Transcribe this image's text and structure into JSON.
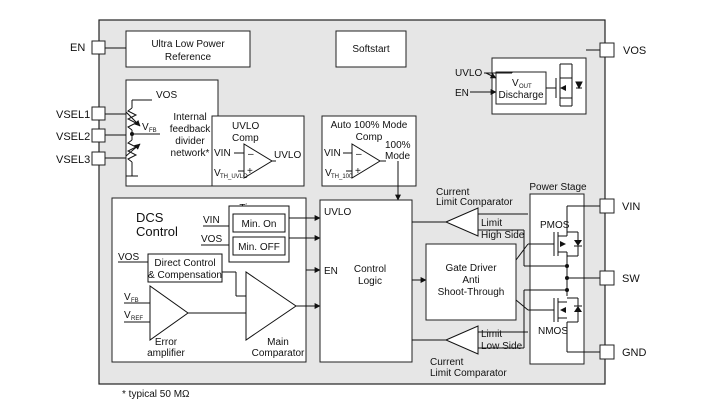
{
  "pins": {
    "en": "EN",
    "vsel1": "VSEL1",
    "vsel2": "VSEL2",
    "vsel3": "VSEL3",
    "vos": "VOS",
    "vin": "VIN",
    "sw": "SW",
    "gnd": "GND"
  },
  "blocks": {
    "ulp_ref": [
      "Ultra Low Power",
      "Reference"
    ],
    "softstart": "Softstart",
    "vout_discharge": {
      "uvlo": "UVLO",
      "en": "EN",
      "v": "V",
      "sub": "OUT",
      "word": "Discharge"
    },
    "feedback": {
      "vos": "VOS",
      "vfb": "V",
      "vfb_sub": "FB",
      "text": [
        "Internal",
        "feedback",
        "divider",
        "network*"
      ]
    },
    "uvlo_comp": {
      "title": [
        "UVLO",
        "Comp"
      ],
      "vin": "VIN",
      "vth": "V",
      "vth_sub": "TH_UVLO",
      "out": "UVLO",
      "minus": "–",
      "plus": "+"
    },
    "auto100": {
      "title": [
        "Auto 100% Mode",
        "Comp"
      ],
      "vin": "VIN",
      "vth": "V",
      "vth_sub": "TH_100",
      "out": [
        "100%",
        "Mode"
      ],
      "minus": "–",
      "plus": "+"
    },
    "dcs": {
      "title": [
        "DCS",
        "Control"
      ],
      "timer": "Timer",
      "vin": "VIN",
      "vos_timer": "VOS",
      "min_on": "Min. On",
      "min_off": "Min. OFF",
      "vos": "VOS",
      "dcc": [
        "Direct Control",
        "& Compensation"
      ],
      "vfb": "V",
      "vfb_sub": "FB",
      "vref": "V",
      "vref_sub": "REF",
      "error_amp": [
        "Error",
        "amplifier"
      ],
      "main_comp": [
        "Main",
        "Comparator"
      ]
    },
    "control_logic": {
      "uvlo": "UVLO",
      "en": "EN",
      "text": [
        "Control",
        "Logic"
      ]
    },
    "gate_driver": [
      "Gate Driver",
      "Anti",
      "Shoot-Through"
    ],
    "cl_high": {
      "title": [
        "Current",
        "Limit Comparator"
      ],
      "limit": [
        "Limit",
        "High Side"
      ]
    },
    "cl_low": {
      "limit": [
        "Limit",
        "Low Side"
      ],
      "title": [
        "Current",
        "Limit Comparator"
      ]
    },
    "power_stage": {
      "title": "Power Stage",
      "pmos": "PMOS",
      "nmos": "NMOS"
    }
  },
  "footnote": "* typical 50 MΩ"
}
